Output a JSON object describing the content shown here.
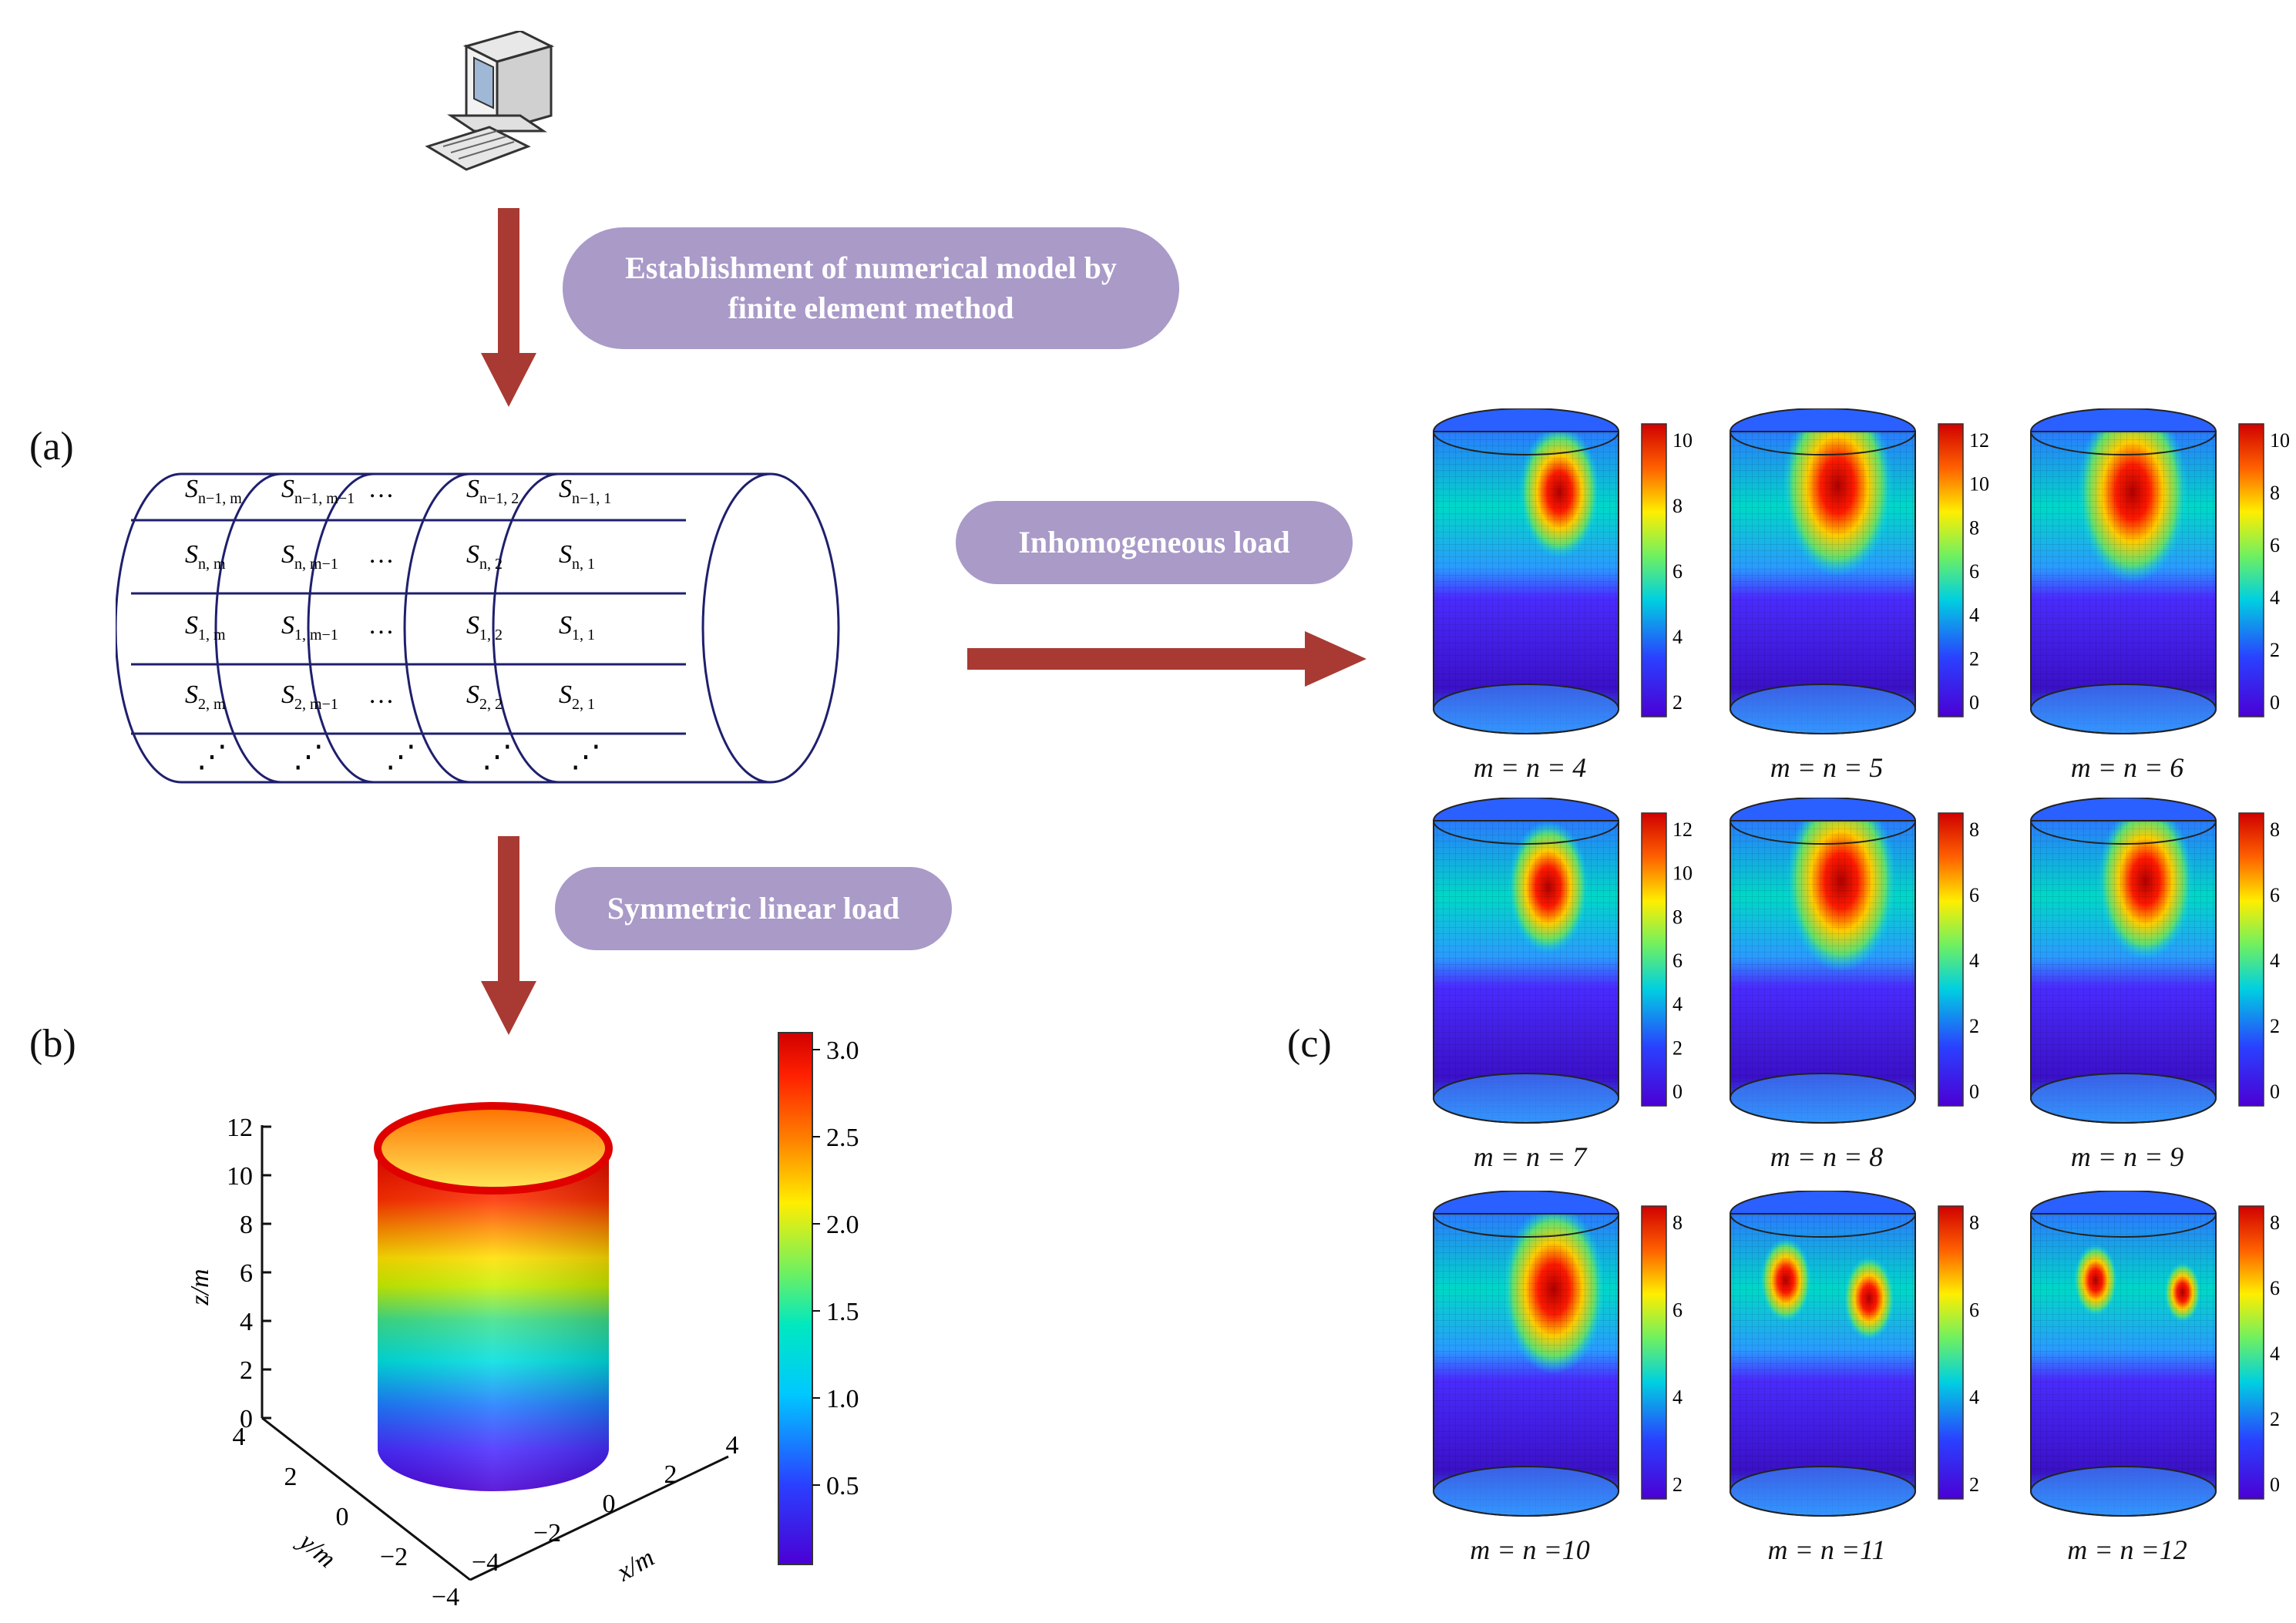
{
  "steps": {
    "fem_label": "Establishment of numerical model by finite element method",
    "inhomogeneous_label": "Inhomogeneous load",
    "symmetric_label": "Symmetric linear load"
  },
  "panels": {
    "a": "(a)",
    "b": "(b)",
    "c": "(c)"
  },
  "grid_cells": [
    {
      "base": "S",
      "sub": "n−1, m"
    },
    {
      "base": "S",
      "sub": "n−1, m−1"
    },
    {
      "base": "…",
      "sub": ""
    },
    {
      "base": "S",
      "sub": "n−1, 2"
    },
    {
      "base": "S",
      "sub": "n−1, 1"
    },
    {
      "base": "S",
      "sub": "n, m"
    },
    {
      "base": "S",
      "sub": "n, m−1"
    },
    {
      "base": "…",
      "sub": ""
    },
    {
      "base": "S",
      "sub": "n, 2"
    },
    {
      "base": "S",
      "sub": "n, 1"
    },
    {
      "base": "S",
      "sub": "1, m"
    },
    {
      "base": "S",
      "sub": "1, m−1"
    },
    {
      "base": "…",
      "sub": ""
    },
    {
      "base": "S",
      "sub": "1, 2"
    },
    {
      "base": "S",
      "sub": "1, 1"
    },
    {
      "base": "S",
      "sub": "2, m"
    },
    {
      "base": "S",
      "sub": "2, m−1"
    },
    {
      "base": "…",
      "sub": ""
    },
    {
      "base": "S",
      "sub": "2, 2"
    },
    {
      "base": "S",
      "sub": "2, 1"
    }
  ],
  "b_plot": {
    "zlabel": "z/m",
    "ylabel": "y/m",
    "xlabel": "x/m",
    "z_ticks": [
      "0",
      "2",
      "4",
      "6",
      "8",
      "10",
      "12"
    ],
    "y_ticks": [
      "4",
      "2",
      "0",
      "−2",
      "−4"
    ],
    "x_ticks": [
      "−4",
      "−2",
      "0",
      "2",
      "4"
    ],
    "colorbar_ticks": [
      "3.0",
      "2.5",
      "2.0",
      "1.5",
      "1.0",
      "0.5"
    ]
  },
  "c_plots": [
    {
      "caption": "m = n = 4",
      "ticks": [
        "10",
        "8",
        "6",
        "4",
        "2"
      ]
    },
    {
      "caption": "m = n = 5",
      "ticks": [
        "12",
        "10",
        "8",
        "6",
        "4",
        "2",
        "0"
      ]
    },
    {
      "caption": "m = n = 6",
      "ticks": [
        "10",
        "8",
        "6",
        "4",
        "2",
        "0"
      ]
    },
    {
      "caption": "m = n = 7",
      "ticks": [
        "12",
        "10",
        "8",
        "6",
        "4",
        "2",
        "0"
      ]
    },
    {
      "caption": "m = n = 8",
      "ticks": [
        "8",
        "6",
        "4",
        "2",
        "0"
      ]
    },
    {
      "caption": "m = n = 9",
      "ticks": [
        "8",
        "6",
        "4",
        "2",
        "0"
      ]
    },
    {
      "caption": "m = n =10",
      "ticks": [
        "8",
        "6",
        "4",
        "2"
      ]
    },
    {
      "caption": "m = n =11",
      "ticks": [
        "8",
        "6",
        "4",
        "2"
      ]
    },
    {
      "caption": "m = n =12",
      "ticks": [
        "8",
        "6",
        "4",
        "2",
        "0"
      ]
    }
  ],
  "colors": {
    "arrow": "#a83a33",
    "pill": "#a99ac8",
    "grid_line": "#1f1f6e"
  }
}
